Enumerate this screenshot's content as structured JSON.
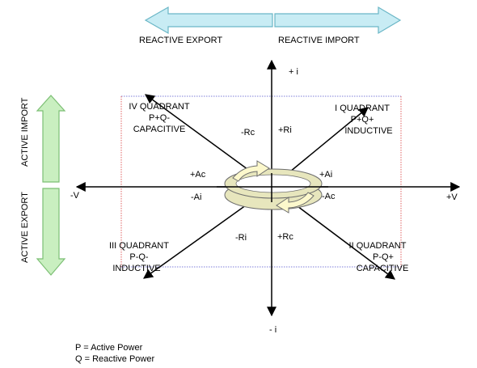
{
  "colors": {
    "export_import_arrow_fill": "#c8ecf4",
    "export_import_arrow_stroke": "#6ab6c6",
    "active_arrow_fill": "#c9efc0",
    "active_arrow_stroke": "#7cbf74",
    "ring_fill": "#e7e6bd",
    "ring_stroke": "#6e6e6e",
    "ring_arrow_fill": "#fcf8cc",
    "guide_line_red": "#e06060",
    "guide_line_blue": "#7c7cd8",
    "axis": "#000000"
  },
  "top_labels": {
    "left": "REACTIVE EXPORT",
    "right": "REACTIVE IMPORT"
  },
  "side_labels": {
    "top": "ACTIVE IMPORT",
    "bottom": "ACTIVE EXPORT"
  },
  "axes": {
    "x_neg": "-V",
    "x_pos": "+V",
    "y_pos": "+ i",
    "y_neg": "- i"
  },
  "quadrants": {
    "q1": {
      "line1": "I QUADRANT",
      "line2": "P+Q+",
      "line3": "INDUCTIVE"
    },
    "q2": {
      "line1": "II QUADRANT",
      "line2": "P-Q+",
      "line3": "CAPACITIVE"
    },
    "q3": {
      "line1": "III QUADRANT",
      "line2": "P-Q-",
      "line3": "INDUCTIVE"
    },
    "q4": {
      "line1": "IV QUADRANT",
      "line2": "P+Q-",
      "line3": "CAPACITIVE"
    }
  },
  "center_labels": {
    "upper_left_inner": "-Rc",
    "upper_right_inner": "+Ri",
    "left_upper": "+Ac",
    "left_lower": "-Ai",
    "right_upper": "+Ai",
    "right_lower": "-Ac",
    "lower_left_inner": "-Ri",
    "lower_right_inner": "+Rc"
  },
  "legend": {
    "p": "P = Active Power",
    "q": "Q = Reactive Power"
  }
}
